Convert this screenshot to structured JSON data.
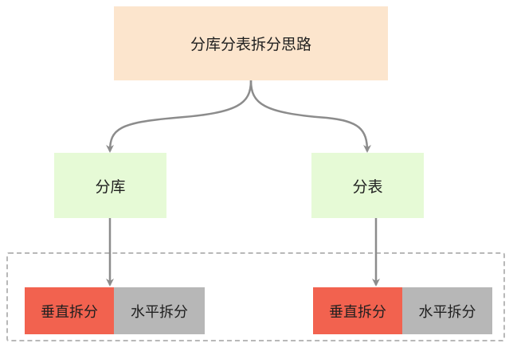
{
  "diagram": {
    "root": "分库分表拆分思路",
    "branches": [
      {
        "label": "分库",
        "children": [
          "垂直拆分",
          "水平拆分"
        ]
      },
      {
        "label": "分表",
        "children": [
          "垂直拆分",
          "水平拆分"
        ]
      }
    ]
  },
  "colors": {
    "root_fill": "#fce5cd",
    "branch_fill": "#e6fad6",
    "vertical_split_fill": "#f2624f",
    "horizontal_split_fill": "#b7b7b7",
    "connector": "#8c8c8c",
    "dashed_border": "#b8b8b8"
  }
}
